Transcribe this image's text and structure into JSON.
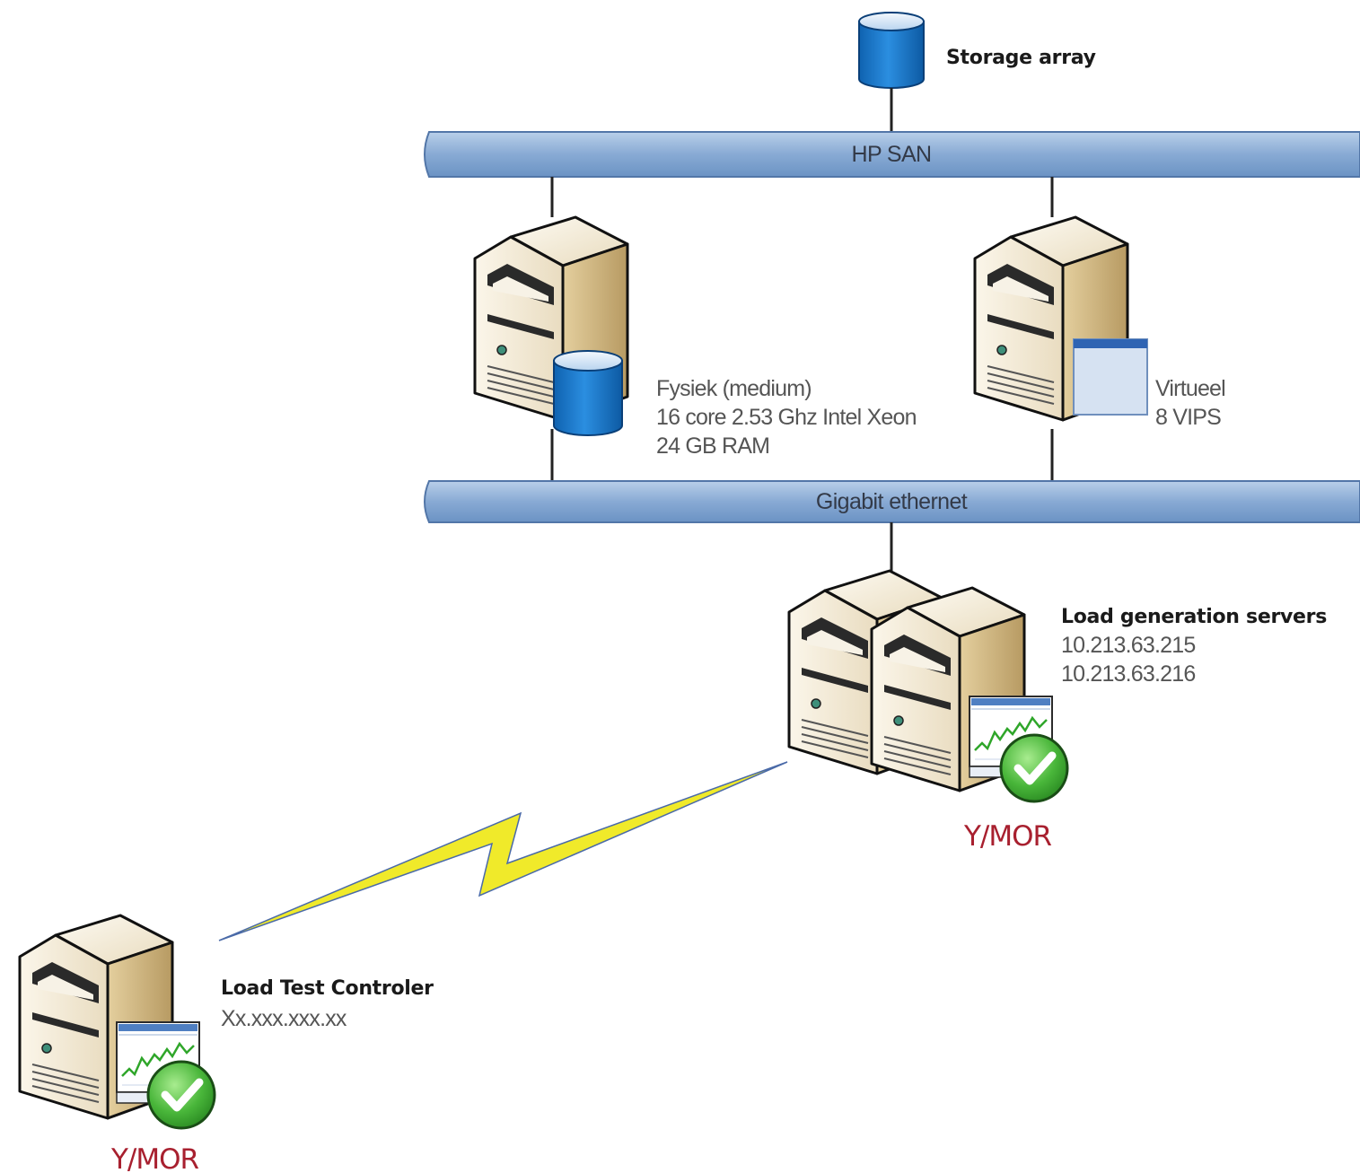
{
  "storage": {
    "label": "Storage array"
  },
  "buses": {
    "san": "HP SAN",
    "ethernet": "Gigabit ethernet"
  },
  "physical": {
    "line1": "Fysiek (medium)",
    "line2": "16 core 2.53 Ghz Intel Xeon",
    "line3": "24 GB RAM"
  },
  "virtual": {
    "line1": "Virtueel",
    "line2": "8 VIPS"
  },
  "loadgen": {
    "title": "Load generation servers",
    "ip1": "10.213.63.215",
    "ip2": "10.213.63.216"
  },
  "controller": {
    "title": "Load Test Controler",
    "ip": "Xx.xxx.xxx.xx"
  },
  "logo": {
    "text": "Y/MOR"
  },
  "colors": {
    "bus": "#7ea3d0",
    "db": "#1f7ccf",
    "logo": "#a8202f",
    "bolt": "#f0ea2a"
  },
  "icons": {
    "server": "server-tower-icon",
    "database": "database-cylinder-icon",
    "window": "window-icon",
    "monitor": "monitor-chart-icon",
    "check": "check-badge-icon",
    "bolt": "lightning-link-icon"
  }
}
